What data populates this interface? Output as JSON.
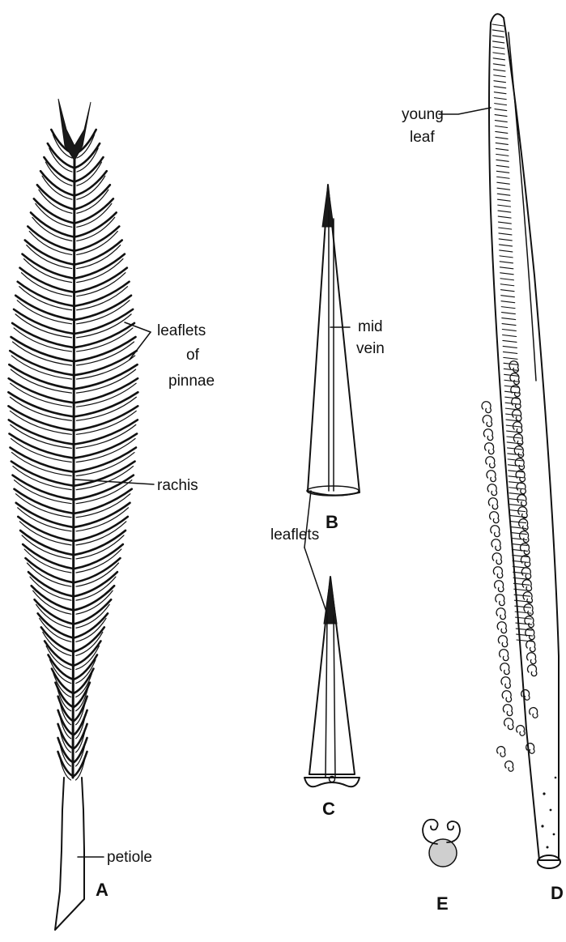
{
  "labels": {
    "young_leaf_1": "young",
    "young_leaf_2": "leaf",
    "leaflets_of_pinnae_1": "leaflets",
    "leaflets_of_pinnae_2": "of",
    "leaflets_of_pinnae_3": "pinnae",
    "rachis": "rachis",
    "petiole": "petiole",
    "mid_vein_1": "mid",
    "mid_vein_2": "vein",
    "leaflets": "leaflets"
  },
  "panels": {
    "a": "A",
    "b": "B",
    "c": "C",
    "d": "D",
    "e": "E"
  }
}
